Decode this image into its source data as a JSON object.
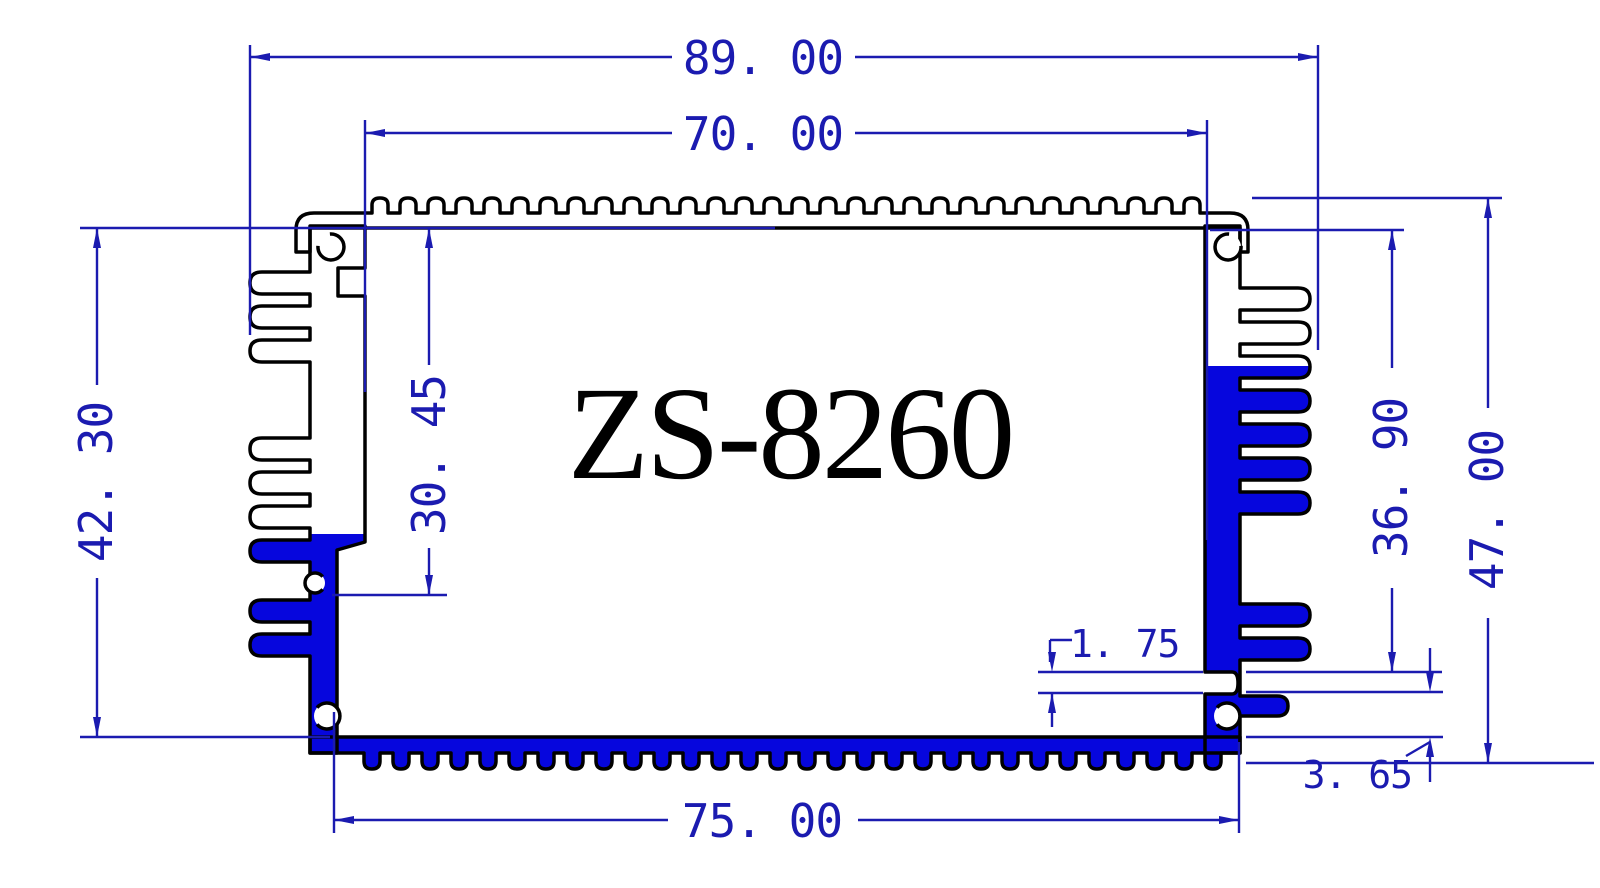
{
  "title": {
    "part_number": "ZS-8260"
  },
  "dimensions": {
    "overall_width": "89. 00",
    "top_span": "70. 00",
    "left_inner_height": "42. 30",
    "left_cavity_depth": "30. 45",
    "right_inner_height": "36. 90",
    "overall_height": "47. 00",
    "slot_height": "1. 75",
    "base_step": "3. 65",
    "bottom_span": "75. 00"
  },
  "colors": {
    "dimension_blue": "#1b1bb0",
    "profile_fill_blue": "#0606dd",
    "outline_black": "#000000",
    "background": "#ffffff"
  }
}
